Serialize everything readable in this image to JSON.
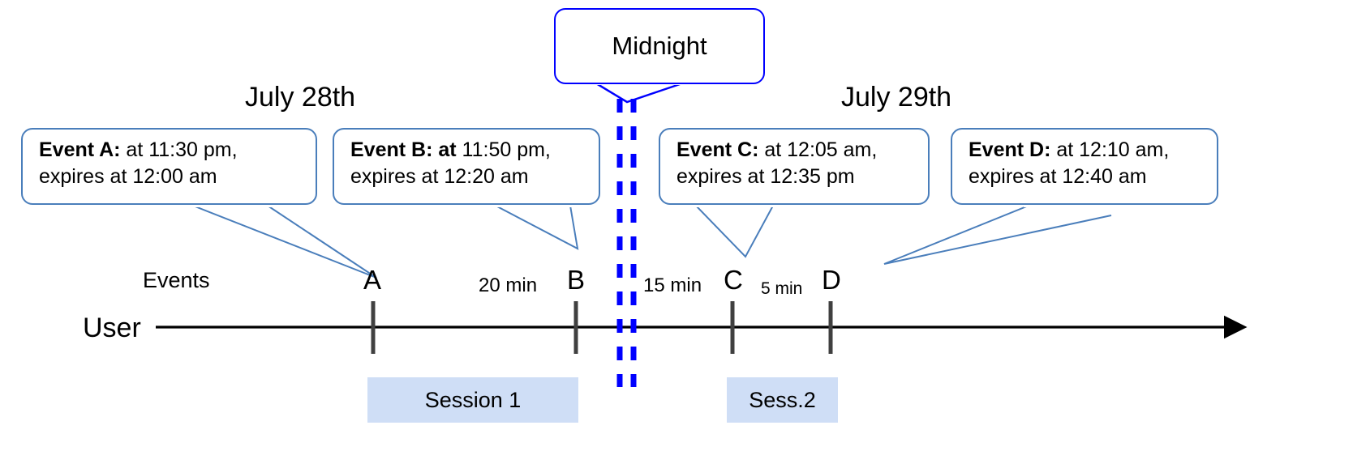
{
  "diagram": {
    "title_note": "Event expiry across midnight session timeline",
    "colors": {
      "callout_border": "#4a7ebb",
      "midnight_border": "#0000ff",
      "midnight_dash": "#0000ff",
      "session_fill": "#cfdef6",
      "axis": "#000000",
      "tick": "#404040"
    }
  },
  "midnight": {
    "label": "Midnight"
  },
  "dates": [
    {
      "label": "July 28th"
    },
    {
      "label": "July 29th"
    }
  ],
  "callouts": [
    {
      "id": "event-a",
      "bold": "Event A:",
      "rest_line1": " at 11:30 pm,",
      "line2": "expires at 12:00 am"
    },
    {
      "id": "event-b",
      "bold": "Event B: at",
      "rest_line1": " 11:50 pm,",
      "line2": "expires at 12:20 am"
    },
    {
      "id": "event-c",
      "bold": "Event C:",
      "rest_line1": " at 12:05 am,",
      "line2": "expires at 12:35 pm"
    },
    {
      "id": "event-d",
      "bold": "Event D:",
      "rest_line1": "  at 12:10 am,",
      "line2": "expires at 12:40 am"
    }
  ],
  "axis": {
    "row_label": "User",
    "events_label": "Events",
    "ticks": [
      {
        "label": "A"
      },
      {
        "label": "B"
      },
      {
        "label": "C"
      },
      {
        "label": "D"
      }
    ],
    "gaps": [
      {
        "label": "20 min"
      },
      {
        "label": "15 min"
      },
      {
        "label": "5 min"
      }
    ]
  },
  "sessions": [
    {
      "label": "Session 1"
    },
    {
      "label": "Sess.2"
    }
  ]
}
